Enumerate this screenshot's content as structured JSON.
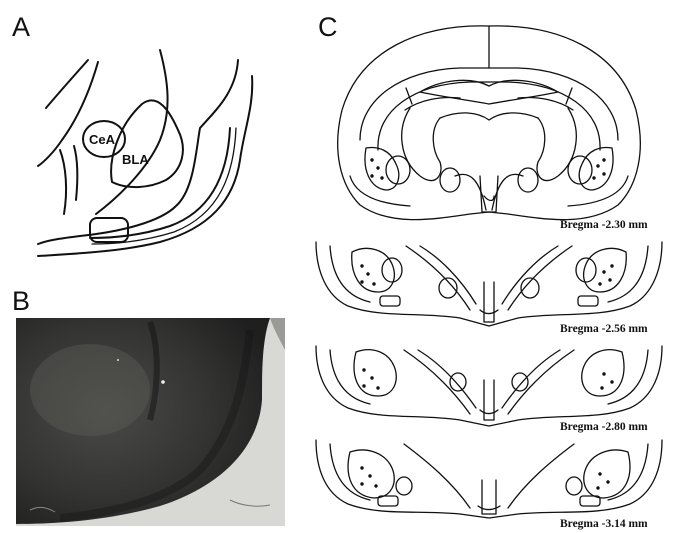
{
  "panels": {
    "a": {
      "label": "A",
      "regions": {
        "cea": "CeA",
        "bla": "BLA"
      }
    },
    "b": {
      "label": "B"
    },
    "c": {
      "label": "C",
      "sections": [
        {
          "bregma": "Bregma -2.30 mm"
        },
        {
          "bregma": "Bregma -2.56 mm"
        },
        {
          "bregma": "Bregma -2.80 mm"
        },
        {
          "bregma": "Bregma -3.14 mm"
        }
      ]
    }
  },
  "colors": {
    "line": "#111111",
    "photo_tissue": "#2e2e2e",
    "photo_background": "#d8d8d4"
  }
}
